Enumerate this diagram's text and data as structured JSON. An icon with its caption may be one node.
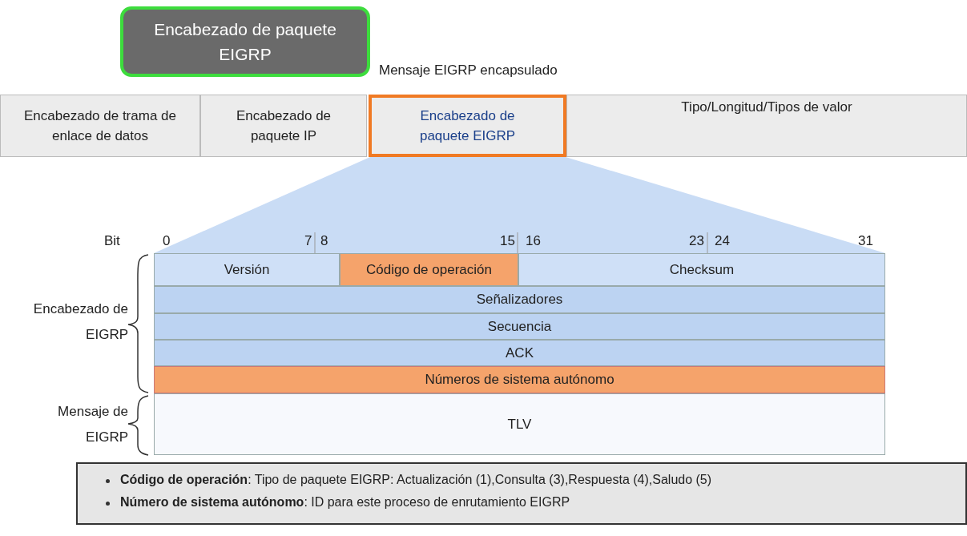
{
  "diagram": {
    "nodes": [
      {
        "text": [
          "Encabezado de paquete EIGRP"
        ]
      },
      {
        "text": [
          "Encabezado de trama de enlace de datos"
        ]
      },
      {
        "text": [
          "Encabezado de paquete IP"
        ]
      },
      {
        "text": [
          "Encabezado de paquete EIGRP"
        ]
      },
      {
        "text": [
          "Tipo/Longitud/Tipos de valor"
        ]
      },
      {
        "text": [
          "Versión"
        ]
      },
      {
        "text": [
          "Código de operación"
        ]
      },
      {
        "text": [
          "Checksum"
        ]
      },
      {
        "text": [
          "Señalizadores"
        ]
      },
      {
        "text": [
          "Secuencia"
        ]
      },
      {
        "text": [
          "ACK"
        ]
      },
      {
        "text": [
          "Números de sistema autónomo"
        ]
      },
      {
        "text": [
          "TLV"
        ]
      }
    ],
    "labels": [
      "Mensaje EIGRP encapsulado",
      "Bit",
      "0",
      "7",
      "8",
      "15",
      "16",
      "23",
      "24",
      "31",
      "Encabezado de EIGRP",
      "Mensaje de EIGRP",
      "**Código de operación**: Tipo de paquete EIGRP: Actualización (1),Consulta (3),Respuesta (4),Saludo (5)",
      "**Número de sistema autónomo**: ID para este proceso de enrutamiento EIGRP"
    ]
  }
}
